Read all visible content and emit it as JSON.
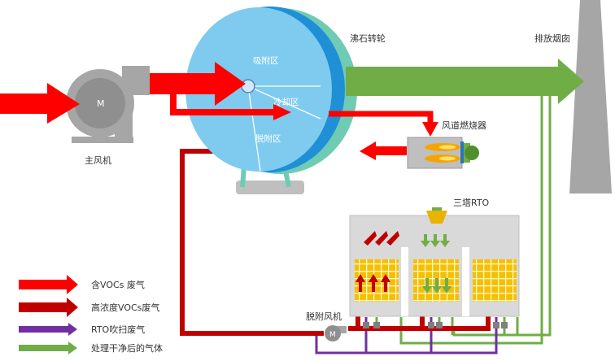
{
  "labels": {
    "main_fan": "主风机",
    "motor_letter": "M",
    "rotor": "沸石转轮",
    "adsorption_zone": "吸附区",
    "cooling_zone": "冷却区",
    "desorption_zone": "脱附区",
    "duct_burner": "风道燃烧器",
    "stack": "排放烟囱",
    "rto": "三塔RTO",
    "desorption_fan": "脱附风机"
  },
  "legend": [
    {
      "label": "含VOCs 废气",
      "color": "#ff0000"
    },
    {
      "label": "高浓度VOCs废气",
      "color": "#c00000"
    },
    {
      "label": "RTO吹扫废气",
      "color": "#7030a0"
    },
    {
      "label": "处理干净后的气体",
      "color": "#70ad47"
    }
  ],
  "colors": {
    "rotor_face": "#7ecbef",
    "rotor_rim": "#1f8fd6",
    "rotor_back": "#6fcbb4",
    "equipment_gray": "#bfbfbf",
    "bed_yellow": "#f5c000"
  }
}
